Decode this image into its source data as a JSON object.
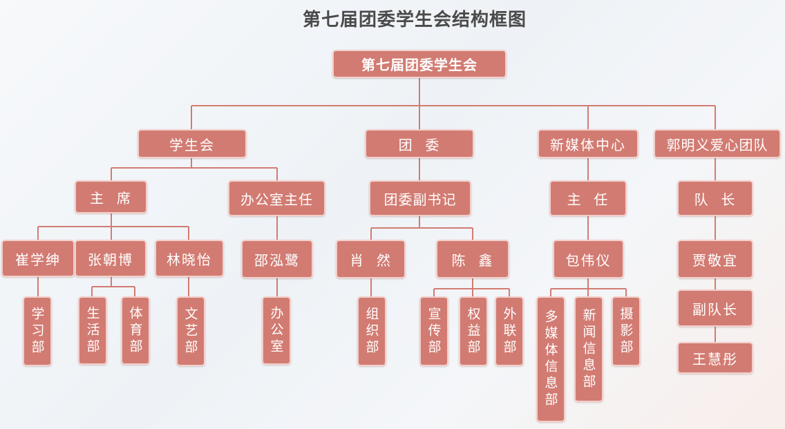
{
  "title": "第七届团委学生会结构框图",
  "root": "第七届团委学生会",
  "level1": {
    "student_union": "学生会",
    "youth_league": "团  委",
    "new_media": "新媒体中心",
    "volunteer_team": "郭明义爱心团队"
  },
  "level2": {
    "chairman": "主  席",
    "office_director": "办公室主任",
    "deputy_secretary": "团委副书记",
    "director": "主  任",
    "team_leader": "队  长"
  },
  "level3": {
    "cui": "崔学绅",
    "zhang": "张朝博",
    "lin": "林晓怡",
    "shao": "邵泓鹭",
    "xiao": "肖  然",
    "chen": "陈  鑫",
    "bao": "包伟仪",
    "jia": "贾敬宜",
    "vice_leader": "副队长",
    "wang": "王慧彤"
  },
  "departments": {
    "study": "学习部",
    "life": "生活部",
    "sports": "体育部",
    "arts": "文艺部",
    "office": "办公室",
    "organization": "组织部",
    "publicity": "宣传部",
    "rights": "权益部",
    "external": "外联部",
    "multimedia": "多媒体信息部",
    "news": "新闻信息部",
    "photography": "摄影部"
  },
  "colors": {
    "box_fill": "#d27b72",
    "box_border": "#f3d0cb",
    "line": "#d27b72",
    "title": "#4a4a4a"
  }
}
